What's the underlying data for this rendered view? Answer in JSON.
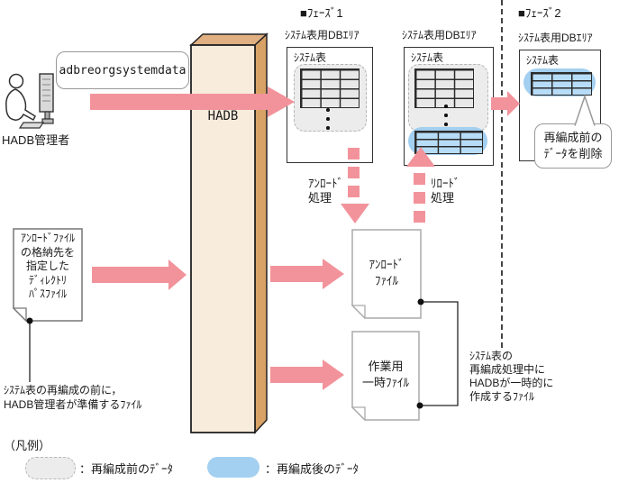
{
  "colors": {
    "arrow_pink": "#F2939B",
    "hadb_front": "#F8ECDC",
    "hadb_top": "#E0B083",
    "hadb_side": "#D8A266",
    "before_data_gray": "#ECECEC",
    "after_data_blue": "#A3CFF0",
    "table_cell_blue": "#B7DCF7",
    "table_cell_gray": "#E8E8E8"
  },
  "actor": {
    "command": "adbreorgsystemdata",
    "label": "HADB管理者"
  },
  "hadb": {
    "label": "HADB"
  },
  "phases": {
    "p1": "■ﾌｪｰｽﾞ1",
    "p2": "■ﾌｪｰｽﾞ2"
  },
  "db": {
    "area_title": "ｼｽﾃﾑ表用DBｴﾘｱ",
    "table_title": "ｼｽﾃﾑ表"
  },
  "process": {
    "unload": "ｱﾝﾛｰﾄﾞ\n処理",
    "reload": "ﾘﾛｰﾄﾞ\n処理"
  },
  "files": {
    "dir_path": "ｱﾝﾛｰﾄﾞﾌｧｲﾙ\nの格納先を\n指定した\nﾃﾞｨﾚｸﾄﾘ\nﾊﾟｽﾌｧｲﾙ",
    "unload": "ｱﾝﾛｰﾄﾞ\nﾌｧｲﾙ",
    "work": "作業用\n一時ﾌｧｲﾙ"
  },
  "notes": {
    "prepare": "ｼｽﾃﾑ表の再編成の前に，\nHADB管理者が準備するﾌｧｲﾙ",
    "temp": "ｼｽﾃﾑ表の\n再編成処理中に\nHADBが一時的に\n作成するﾌｧｲﾙ",
    "delete_callout": "再編成前の\nﾃﾞｰﾀを削除"
  },
  "legend": {
    "title": "（凡例）",
    "before": "：再編成前のﾃﾞｰﾀ",
    "after": "：再編成後のﾃﾞｰﾀ"
  }
}
